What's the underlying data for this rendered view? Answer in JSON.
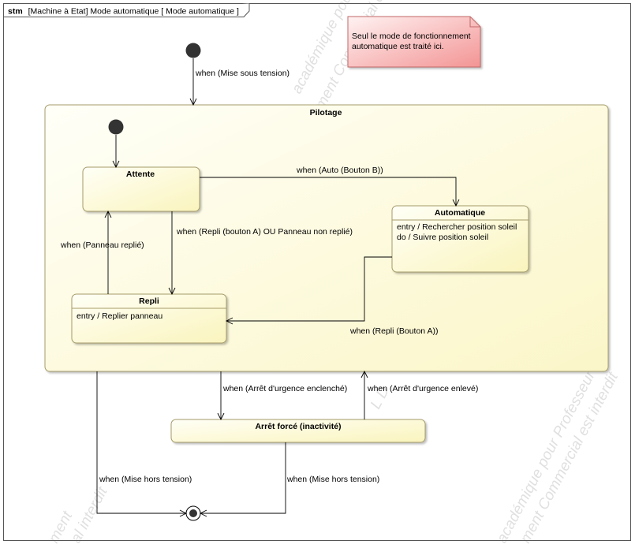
{
  "frame": {
    "keyword": "stm",
    "title": "[Machine à Etat] Mode automatique [ Mode automatique ]"
  },
  "note": {
    "lines": [
      "Seul le mode de fonctionnement",
      "automatique est traité ici."
    ]
  },
  "states": {
    "pilotage": {
      "name": "Pilotage"
    },
    "attente": {
      "name": "Attente"
    },
    "automatique": {
      "name": "Automatique",
      "activities": [
        "entry / Rechercher position soleil",
        "do / Suivre position soleil"
      ]
    },
    "repli": {
      "name": "Repli",
      "activities": [
        "entry / Replier panneau"
      ]
    },
    "arret": {
      "name": "Arrêt forcé (inactivité)"
    }
  },
  "transitions": {
    "mise_sous_tension": "when (Mise sous tension)",
    "auto_bouton_b": "when (Auto (Bouton B))",
    "repli_bouton_a_ou": "when (Repli (bouton A) OU Panneau non replié)",
    "panneau_replie": "when (Panneau replié)",
    "repli_bouton_a": "when (Repli (Bouton A))",
    "arret_enclenche": "when (Arrêt d'urgence enclenché)",
    "arret_enleve": "when (Arrêt d'urgence enlevé)",
    "mise_hors_tension_left": "when (Mise hors tension)",
    "mise_hors_tension_right": "when (Mise hors tension)"
  },
  "colors": {
    "state_fill_light": "#fffff4",
    "state_fill_dark": "#fbf7c6",
    "state_border": "#a59b6a",
    "note_fill_light": "#fff0f0",
    "note_fill_dark": "#f59a9a",
    "note_border": "#c46868",
    "line": "#000000"
  }
}
